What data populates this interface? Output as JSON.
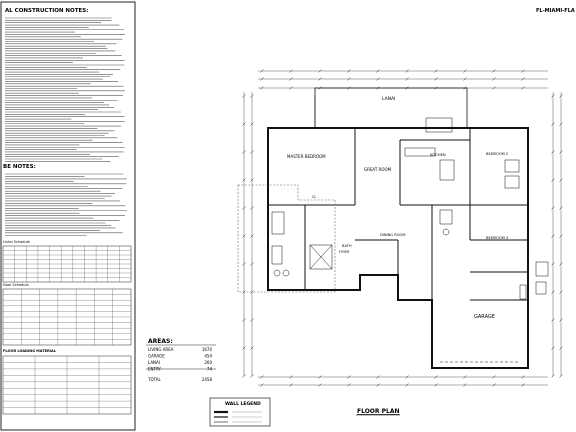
{
  "sheet": {
    "corner_mark": "FL-MIAMI-FLA",
    "general_notes_title": "AL CONSTRUCTION NOTES:",
    "notes2_title": "BE NOTES:",
    "table_caption_1": "Lintel Schedule",
    "table_caption_2": "Door Schedule",
    "table_caption_3": "FLOOR LOADING MATERIAL"
  },
  "rooms": {
    "lanai": "LANAI",
    "master_bedroom": "MASTER BEDROOM",
    "great_room": "GREAT ROOM",
    "kitchen": "KITCHEN",
    "bedroom_2": "BEDROOM 2",
    "bedroom_3": "BEDROOM 3",
    "dining_room": "DINING ROOM",
    "garage": "GARAGE",
    "bath": "BATH",
    "closet": "CL",
    "foyer": "FOYER"
  },
  "areas": {
    "title": "AREAS:",
    "rows": [
      {
        "label": "LIVING AREA",
        "value": "1670"
      },
      {
        "label": "GARAGE",
        "value": "454"
      },
      {
        "label": "LANAI",
        "value": "260"
      },
      {
        "label": "ENTRY",
        "value": "74"
      },
      {
        "label": "TOTAL",
        "value": "2458"
      }
    ]
  },
  "wall_legend": {
    "title": "WALL LEGEND"
  },
  "floor_plan_title": "FLOOR PLAN"
}
